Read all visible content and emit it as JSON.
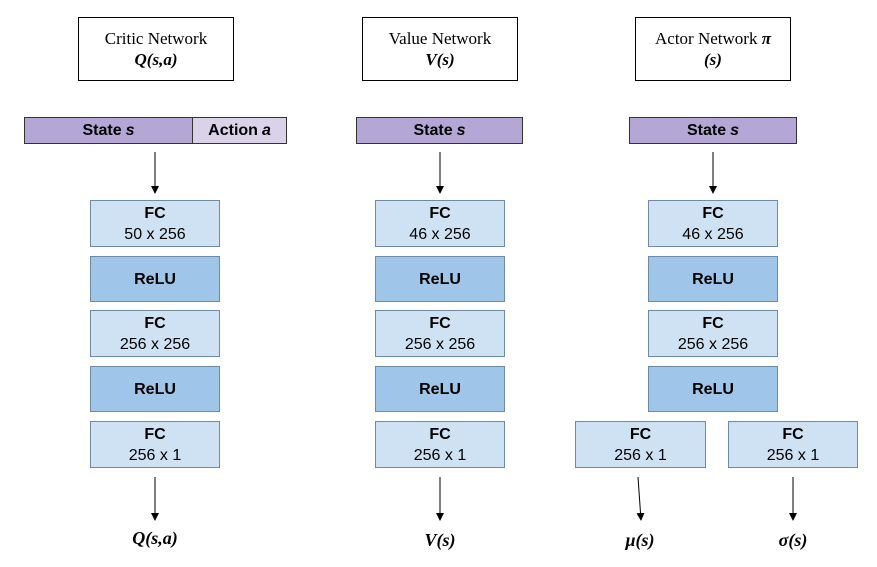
{
  "networks": {
    "critic": {
      "title": "Critic Network",
      "symbol": "Q(s,a)",
      "input_state": "State",
      "input_state_var": "s",
      "input_action": "Action",
      "input_action_var": "a",
      "layers": [
        {
          "name": "FC",
          "dims": "50 x 256"
        },
        {
          "name": "ReLU"
        },
        {
          "name": "FC",
          "dims": "256 x 256"
        },
        {
          "name": "ReLU"
        },
        {
          "name": "FC",
          "dims": "256 x 1"
        }
      ],
      "output": "Q(s,a)"
    },
    "value": {
      "title": "Value Network",
      "symbol": "V(s)",
      "input_state": "State",
      "input_state_var": "s",
      "layers": [
        {
          "name": "FC",
          "dims": "46 x 256"
        },
        {
          "name": "ReLU"
        },
        {
          "name": "FC",
          "dims": "256 x 256"
        },
        {
          "name": "ReLU"
        },
        {
          "name": "FC",
          "dims": "256 x 1"
        }
      ],
      "output": "V(s)"
    },
    "actor": {
      "title": "Actor Network",
      "title_symbol": "π",
      "symbol": "(s)",
      "input_state": "State",
      "input_state_var": "s",
      "layers": [
        {
          "name": "FC",
          "dims": "46 x 256"
        },
        {
          "name": "ReLU"
        },
        {
          "name": "FC",
          "dims": "256 x 256"
        },
        {
          "name": "ReLU"
        }
      ],
      "heads": [
        {
          "name": "FC",
          "dims": "256 x 1",
          "output": "μ(s)"
        },
        {
          "name": "FC",
          "dims": "256 x 1",
          "output": "σ(s)"
        }
      ]
    }
  }
}
